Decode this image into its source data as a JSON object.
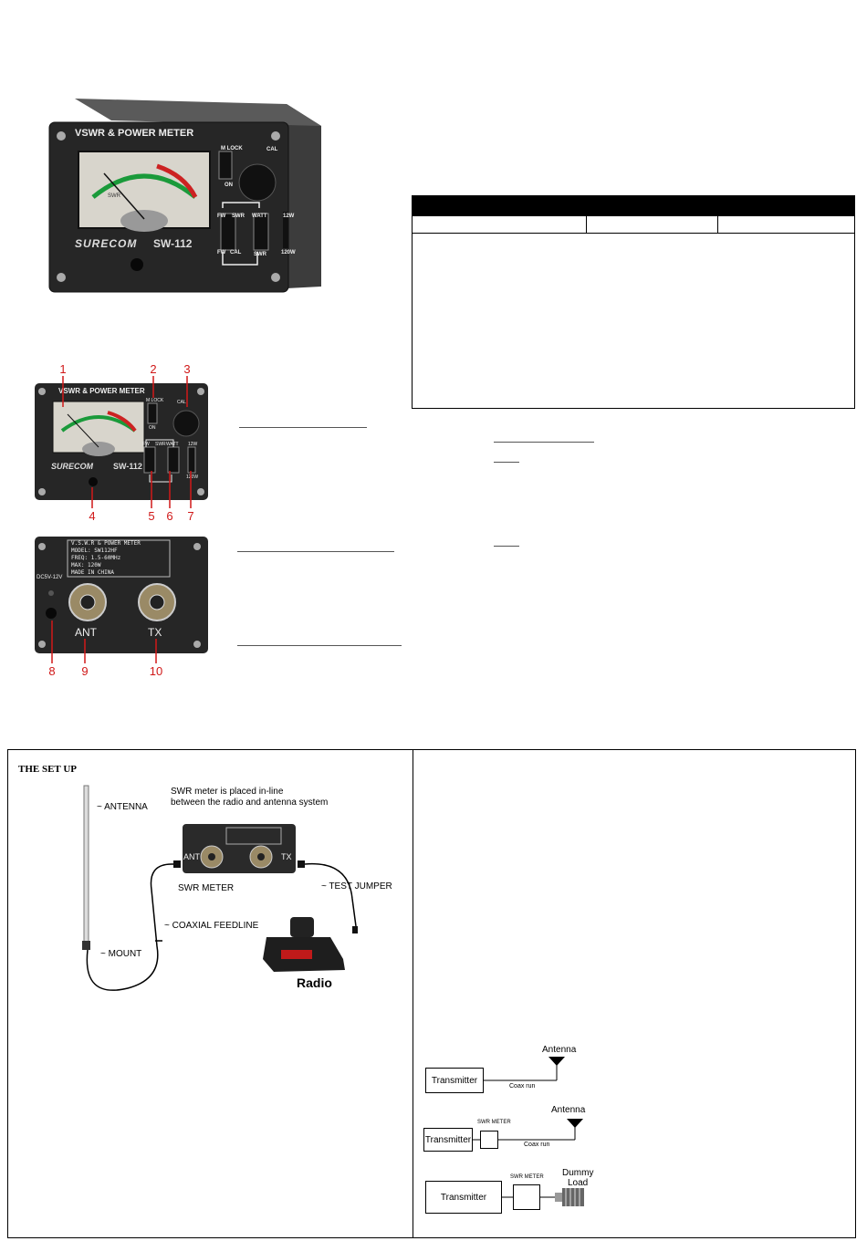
{
  "meter_front": {
    "title": "VSWR & POWER METER",
    "brand": "SURECOM",
    "model": "SW-112",
    "m_lock": "M LOCK",
    "on": "ON",
    "cal": "CAL",
    "fw": "FW",
    "swr": "SWR",
    "watt": "WATT",
    "w12": "12W",
    "w120": "120W",
    "swr_scale": "SWR"
  },
  "meter_back": {
    "label_lines": [
      "V.S.W.R & POWER METER",
      "MODEL: SW112HF",
      "FREQ: 1.5-60MHz",
      "MAX: 120W",
      "MADE IN CHINA"
    ],
    "dc": "DC5V-12V",
    "ant": "ANT",
    "tx": "TX"
  },
  "callouts": {
    "front": [
      "1",
      "2",
      "3",
      "4",
      "5",
      "6",
      "7"
    ],
    "back": [
      "8",
      "9",
      "10"
    ]
  },
  "setup": {
    "heading": "THE SET UP",
    "note_line1": "SWR meter is placed in-line",
    "note_line2": "between the radio and antenna system",
    "antenna": "~ ANTENNA",
    "swr_meter": "SWR METER",
    "test_jumper": "~ TEST JUMPER",
    "coaxial_feedline": "~ COAXIAL FEEDLINE",
    "mount": "~ MOUNT",
    "radio": "Radio",
    "mini_meter_ant": "ANT",
    "mini_meter_tx": "TX"
  },
  "diagrams": {
    "d1": {
      "transmitter": "Transmitter",
      "antenna": "Antenna",
      "coax": "Coax run"
    },
    "d2": {
      "transmitter": "Transmitter",
      "swr_meter": "SWR METER",
      "antenna": "Antenna",
      "coax": "Coax run"
    },
    "d3": {
      "transmitter": "Transmitter",
      "swr_meter": "SWR METER",
      "dummy_line1": "Dummy",
      "dummy_line2": "Load"
    }
  }
}
